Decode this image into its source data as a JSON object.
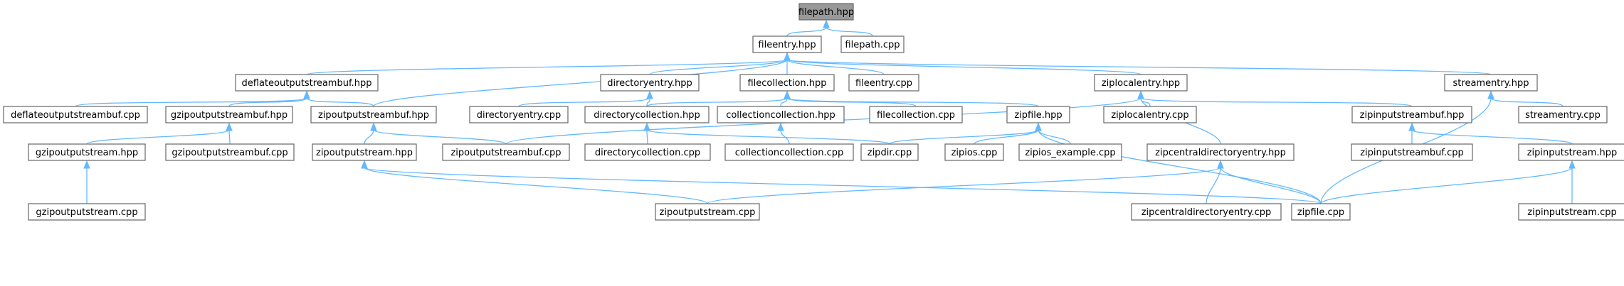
{
  "graph": {
    "nodes": [
      {
        "id": "filepath_hpp",
        "label": "filepath.hpp",
        "root": true
      },
      {
        "id": "fileentry_hpp",
        "label": "fileentry.hpp"
      },
      {
        "id": "filepath_cpp",
        "label": "filepath.cpp"
      },
      {
        "id": "deflate_hpp",
        "label": "deflateoutputstreambuf.hpp"
      },
      {
        "id": "direntry_hpp",
        "label": "directoryentry.hpp"
      },
      {
        "id": "filecoll_hpp",
        "label": "filecollection.hpp"
      },
      {
        "id": "fileentry_cpp",
        "label": "fileentry.cpp"
      },
      {
        "id": "zipLocal_hpp",
        "label": "ziplocalentry.hpp"
      },
      {
        "id": "streamentry_hpp",
        "label": "streamentry.hpp"
      },
      {
        "id": "deflate_cpp",
        "label": "deflateoutputstreambuf.cpp"
      },
      {
        "id": "gzipbuf_hpp",
        "label": "gzipoutputstreambuf.hpp"
      },
      {
        "id": "zipoutbuf_hpp",
        "label": "zipoutputstreambuf.hpp"
      },
      {
        "id": "direntry_cpp",
        "label": "directoryentry.cpp"
      },
      {
        "id": "dircoll_hpp",
        "label": "directorycollection.hpp"
      },
      {
        "id": "collcoll_hpp",
        "label": "collectioncollection.hpp"
      },
      {
        "id": "filecoll_cpp",
        "label": "filecollection.cpp"
      },
      {
        "id": "zipfile_hpp",
        "label": "zipfile.hpp"
      },
      {
        "id": "ziplocal_cpp",
        "label": "ziplocalentry.cpp"
      },
      {
        "id": "zipinbuf_hpp",
        "label": "zipinputstreambuf.hpp"
      },
      {
        "id": "streamentry_cpp",
        "label": "streamentry.cpp"
      },
      {
        "id": "gzipout_hpp",
        "label": "gzipoutputstream.hpp"
      },
      {
        "id": "gzipbuf_cpp",
        "label": "gzipoutputstreambuf.cpp"
      },
      {
        "id": "zipout_hpp",
        "label": "zipoutputstream.hpp"
      },
      {
        "id": "zipoutbuf_cpp",
        "label": "zipoutputstreambuf.cpp"
      },
      {
        "id": "dircoll_cpp",
        "label": "directorycollection.cpp"
      },
      {
        "id": "collcoll_cpp",
        "label": "collectioncollection.cpp"
      },
      {
        "id": "zipdir_cpp",
        "label": "zipdir.cpp"
      },
      {
        "id": "zipios_cpp",
        "label": "zipios.cpp"
      },
      {
        "id": "zipios_ex_cpp",
        "label": "zipios_example.cpp"
      },
      {
        "id": "zipcde_hpp",
        "label": "zipcentraldirectoryentry.hpp"
      },
      {
        "id": "zipinbuf_cpp",
        "label": "zipinputstreambuf.cpp"
      },
      {
        "id": "zipin_hpp",
        "label": "zipinputstream.hpp"
      },
      {
        "id": "gzipout_cpp",
        "label": "gzipoutputstream.cpp"
      },
      {
        "id": "zipout_cpp",
        "label": "zipoutputstream.cpp"
      },
      {
        "id": "zipcde_cpp",
        "label": "zipcentraldirectoryentry.cpp"
      },
      {
        "id": "zipfile_cpp",
        "label": "zipfile.cpp"
      },
      {
        "id": "zipin_cpp",
        "label": "zipinputstream.cpp"
      }
    ],
    "edges": [
      [
        "filepath_hpp",
        "fileentry_hpp"
      ],
      [
        "filepath_hpp",
        "filepath_cpp"
      ],
      [
        "fileentry_hpp",
        "deflate_hpp"
      ],
      [
        "fileentry_hpp",
        "zipoutbuf_hpp"
      ],
      [
        "fileentry_hpp",
        "direntry_hpp"
      ],
      [
        "fileentry_hpp",
        "filecoll_hpp"
      ],
      [
        "fileentry_hpp",
        "fileentry_cpp"
      ],
      [
        "fileentry_hpp",
        "zipLocal_hpp"
      ],
      [
        "fileentry_hpp",
        "streamentry_hpp"
      ],
      [
        "deflate_hpp",
        "deflate_cpp"
      ],
      [
        "deflate_hpp",
        "gzipbuf_hpp"
      ],
      [
        "deflate_hpp",
        "zipoutbuf_hpp"
      ],
      [
        "gzipbuf_hpp",
        "gzipout_hpp"
      ],
      [
        "gzipbuf_hpp",
        "gzipbuf_cpp"
      ],
      [
        "gzipout_hpp",
        "gzipout_cpp"
      ],
      [
        "zipoutbuf_hpp",
        "zipout_hpp"
      ],
      [
        "zipoutbuf_hpp",
        "zipoutbuf_cpp"
      ],
      [
        "zipout_hpp",
        "zipout_cpp"
      ],
      [
        "zipout_hpp",
        "zipfile_cpp"
      ],
      [
        "direntry_hpp",
        "direntry_cpp"
      ],
      [
        "direntry_hpp",
        "dircoll_hpp"
      ],
      [
        "filecoll_hpp",
        "dircoll_hpp"
      ],
      [
        "filecoll_hpp",
        "collcoll_hpp"
      ],
      [
        "filecoll_hpp",
        "filecoll_cpp"
      ],
      [
        "filecoll_hpp",
        "zipfile_hpp"
      ],
      [
        "dircoll_hpp",
        "dircoll_cpp"
      ],
      [
        "dircoll_hpp",
        "zipdir_cpp"
      ],
      [
        "collcoll_hpp",
        "collcoll_cpp"
      ],
      [
        "zipLocal_hpp",
        "zipoutbuf_cpp"
      ],
      [
        "zipLocal_hpp",
        "ziplocal_cpp"
      ],
      [
        "zipLocal_hpp",
        "zipinbuf_hpp"
      ],
      [
        "zipLocal_hpp",
        "zipcde_hpp"
      ],
      [
        "zipfile_hpp",
        "zipdir_cpp"
      ],
      [
        "zipfile_hpp",
        "zipios_cpp"
      ],
      [
        "zipfile_hpp",
        "zipios_ex_cpp"
      ],
      [
        "zipfile_hpp",
        "zipfile_cpp"
      ],
      [
        "zipinbuf_hpp",
        "zipinbuf_cpp"
      ],
      [
        "zipinbuf_hpp",
        "zipin_hpp"
      ],
      [
        "zipin_hpp",
        "zipfile_cpp"
      ],
      [
        "zipin_hpp",
        "zipin_cpp"
      ],
      [
        "zipcde_hpp",
        "zipout_cpp"
      ],
      [
        "zipcde_hpp",
        "zipcde_cpp"
      ],
      [
        "zipcde_hpp",
        "zipfile_cpp"
      ],
      [
        "streamentry_hpp",
        "streamentry_cpp"
      ],
      [
        "streamentry_hpp",
        "zipfile_cpp"
      ]
    ]
  },
  "colors": {
    "edge": "#63b8ff",
    "node_border": "#666666",
    "root_fill": "#999999",
    "node_fill": "#ffffff"
  }
}
